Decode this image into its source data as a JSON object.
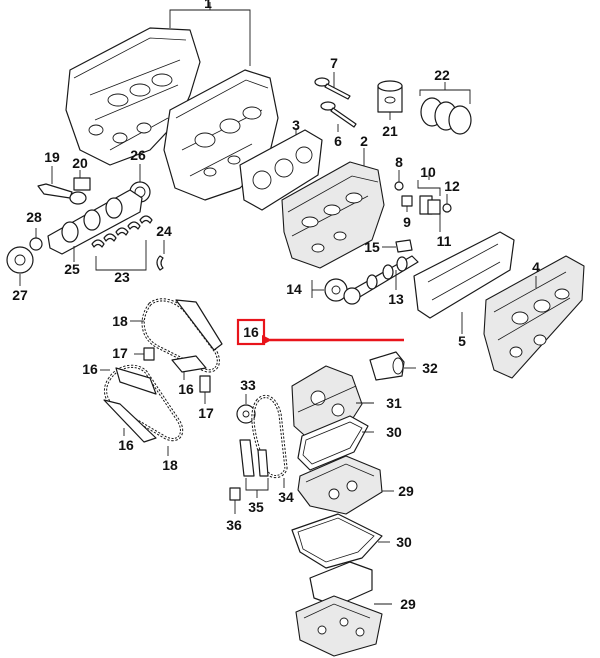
{
  "diagram": {
    "highlight_color": "#e8141b",
    "callouts": {
      "c1": "1",
      "c2": "2",
      "c3": "3",
      "c4": "4",
      "c5": "5",
      "c6": "6",
      "c7": "7",
      "c8": "8",
      "c9": "9",
      "c10": "10",
      "c11": "11",
      "c12": "12",
      "c13": "13",
      "c14": "14",
      "c15": "15",
      "c16_highlight": "16",
      "c16a": "16",
      "c16b": "16",
      "c16c": "16",
      "c17a": "17",
      "c17b": "17",
      "c18a": "18",
      "c18b": "18",
      "c19": "19",
      "c20": "20",
      "c21": "21",
      "c22": "22",
      "c23": "23",
      "c24": "24",
      "c25": "25",
      "c26": "26",
      "c27": "27",
      "c28": "28",
      "c29a": "29",
      "c29b": "29",
      "c30a": "30",
      "c30b": "30",
      "c31": "31",
      "c32": "32",
      "c33": "33",
      "c34": "34",
      "c35": "35",
      "c36": "36"
    }
  }
}
